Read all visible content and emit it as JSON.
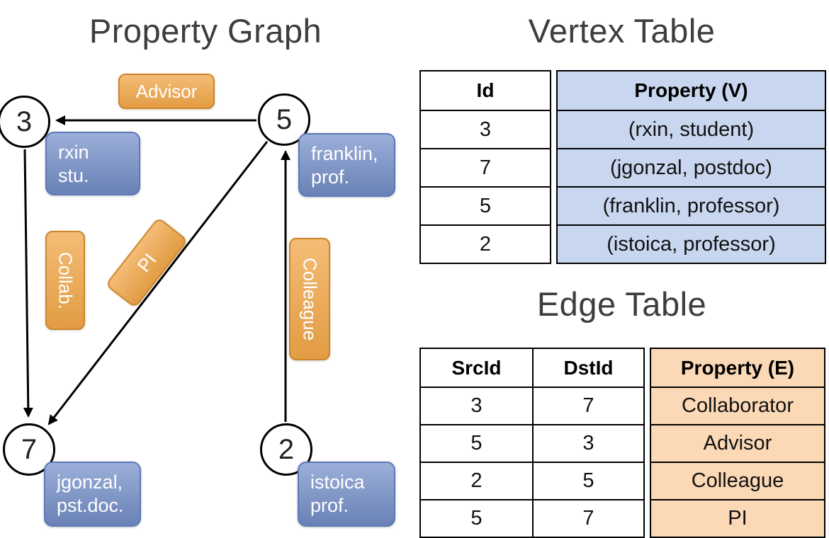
{
  "graph": {
    "title": "Property Graph",
    "vertices": [
      {
        "id": "3",
        "line1": "rxin",
        "line2": "stu."
      },
      {
        "id": "5",
        "line1": "franklin,",
        "line2": "prof."
      },
      {
        "id": "7",
        "line1": "jgonzal,",
        "line2": "pst.doc."
      },
      {
        "id": "2",
        "line1": "istoica",
        "line2": "prof."
      }
    ],
    "edge_labels": [
      "Advisor",
      "Collab.",
      "PI",
      "Colleague"
    ]
  },
  "vertex_table": {
    "title": "Vertex Table",
    "headers": [
      "Id",
      "Property (V)"
    ],
    "rows": [
      [
        "3",
        "(rxin, student)"
      ],
      [
        "7",
        "(jgonzal, postdoc)"
      ],
      [
        "5",
        "(franklin, professor)"
      ],
      [
        "2",
        "(istoica, professor)"
      ]
    ]
  },
  "edge_table": {
    "title": "Edge Table",
    "headers": [
      "SrcId",
      "DstId",
      "Property (E)"
    ],
    "rows": [
      [
        "3",
        "7",
        "Collaborator"
      ],
      [
        "5",
        "3",
        "Advisor"
      ],
      [
        "2",
        "5",
        "Colleague"
      ],
      [
        "5",
        "7",
        "PI"
      ]
    ]
  },
  "colors": {
    "vertex_box_fill": "#7590ca",
    "vertex_box_border": "#5b79b8",
    "edge_box_fill": "#f0a648",
    "edge_box_border": "#cf8629",
    "vertex_col_bg": "#c8d7ef",
    "edge_col_bg": "#fbd8b6"
  }
}
